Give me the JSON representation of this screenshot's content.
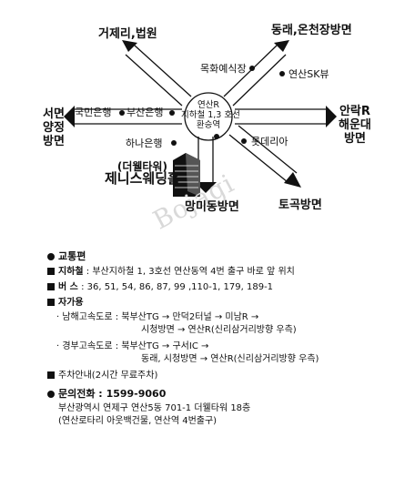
{
  "map": {
    "directions": {
      "nw": "거제리,법원",
      "ne": "동래,온천장방면",
      "w": [
        "서면",
        "양정",
        "방면"
      ],
      "e": [
        "안락R",
        "해운대",
        "방면"
      ],
      "sw": "망미동방면",
      "se": "토곡방면"
    },
    "landmarks": {
      "mokhwa": "목화예식장",
      "sk": "연산SK뷰",
      "kookmin": "국민은행",
      "busan_bank": "부산은행",
      "hana": "하나은행",
      "lotteria": "롯데리아"
    },
    "center": [
      "연산R",
      "지하철 1,3 호선",
      "환승역"
    ],
    "venue": {
      "sub": "(더웰타워)",
      "name": "제니스웨딩홀"
    },
    "watermark": "Bojagi"
  },
  "info": {
    "transport_title": "교통편",
    "subway_label": "지하철",
    "subway_text": "부산지하철 1, 3호선 연산동역 4번 출구 바로 앞 위치",
    "bus_label": "버    스",
    "bus_text": "36, 51, 54, 86, 87, 99 ,110-1, 179, 189-1",
    "car_title": "자가용",
    "namhae_line1": "· 남해고속도로 :  북부산TG → 만덕2터널 → 미남R →",
    "namhae_line2": "시청방면 → 연산R(신리삼거리방향 우측)",
    "gyeongbu_line1": "· 경부고속도로 :  북부산TG → 구서IC →",
    "gyeongbu_line2": "동래,  시청방면 → 연산R(신리삼거리방향 우측)",
    "parking": "주차안내(2시간 무료주차)",
    "phone_label": "문의전화 :",
    "phone": "1599-9060",
    "address1": "부산광역시 연제구 연산5동 701-1 더웰타워 18층",
    "address2": "(연산로타리 아웃백건물, 연산역 4번출구)"
  }
}
